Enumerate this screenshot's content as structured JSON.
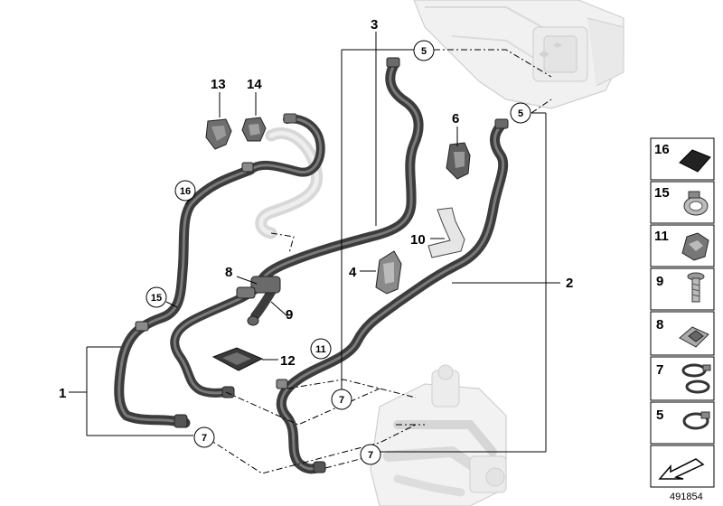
{
  "callouts": {
    "c1": "1",
    "c2": "2",
    "c3": "3",
    "c4": "4",
    "c6": "6",
    "c8": "8",
    "c9": "9",
    "c10": "10",
    "c12": "12",
    "c13": "13",
    "c14": "14"
  },
  "circled": {
    "c5a": "5",
    "c5b": "5",
    "c7a": "7",
    "c7b": "7",
    "c7c": "7",
    "c11": "11",
    "c15": "15",
    "c16": "16"
  },
  "legend": {
    "items": [
      {
        "num": "16"
      },
      {
        "num": "15"
      },
      {
        "num": "11"
      },
      {
        "num": "9"
      },
      {
        "num": "8"
      },
      {
        "num": "7"
      },
      {
        "num": "5"
      }
    ]
  },
  "doc_id": "491854"
}
